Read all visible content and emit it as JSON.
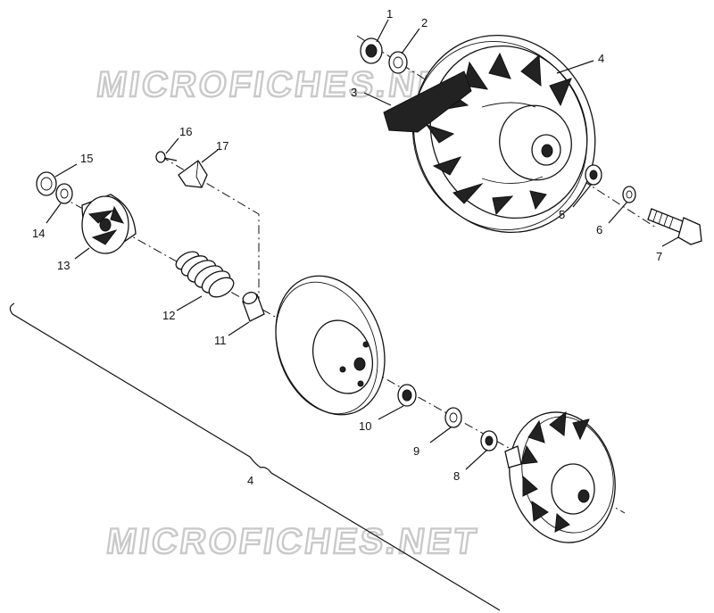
{
  "watermark": {
    "top": "MICROFICHES.NET",
    "bottom": "MICROFICHES.NET"
  },
  "callouts": [
    {
      "id": "1",
      "text": "1"
    },
    {
      "id": "2",
      "text": "2"
    },
    {
      "id": "3",
      "text": "3"
    },
    {
      "id": "4a",
      "text": "4"
    },
    {
      "id": "5",
      "text": "5"
    },
    {
      "id": "6",
      "text": "6"
    },
    {
      "id": "7",
      "text": "7"
    },
    {
      "id": "8",
      "text": "8"
    },
    {
      "id": "9",
      "text": "9"
    },
    {
      "id": "10",
      "text": "10"
    },
    {
      "id": "11",
      "text": "11"
    },
    {
      "id": "12",
      "text": "12"
    },
    {
      "id": "13",
      "text": "13"
    },
    {
      "id": "14",
      "text": "14"
    },
    {
      "id": "15",
      "text": "15"
    },
    {
      "id": "16",
      "text": "16"
    },
    {
      "id": "17",
      "text": "17"
    },
    {
      "id": "4b",
      "text": "4"
    }
  ]
}
